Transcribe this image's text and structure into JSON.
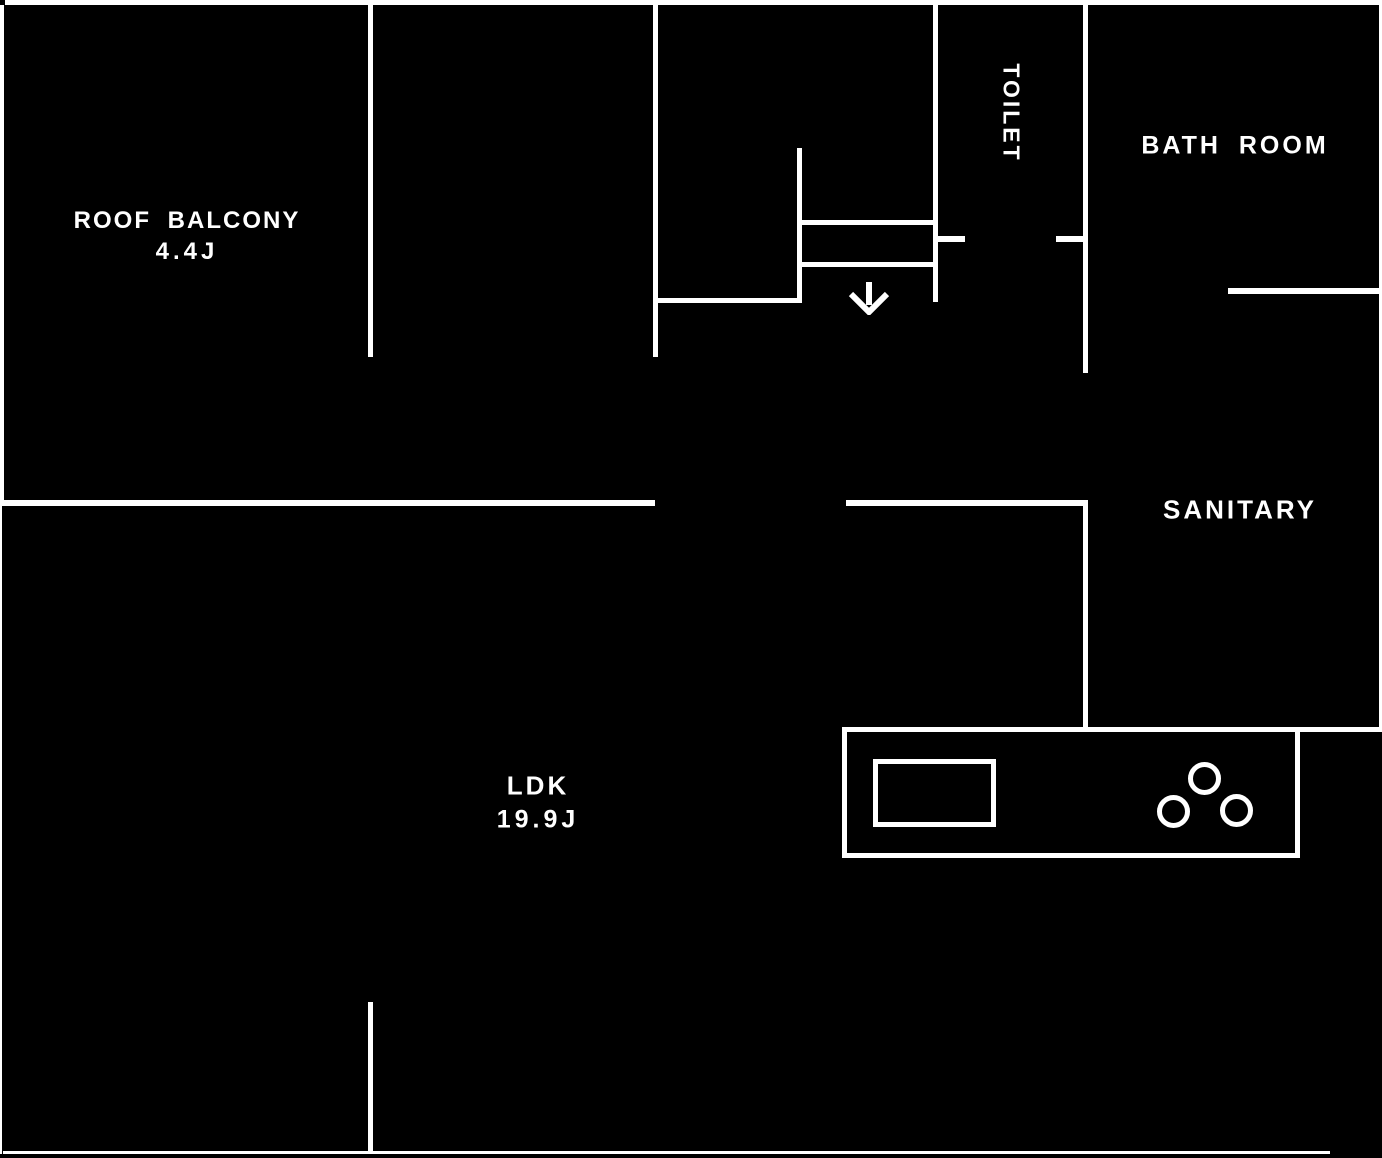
{
  "diagram_type": "floor-plan",
  "colors": {
    "background": "#000000",
    "walls": "#ffffff",
    "text": "#ffffff"
  },
  "rooms": {
    "roof_balcony": {
      "name": "ROOF BALCONY",
      "area": "4.4J"
    },
    "toilet": {
      "name": "TOILET"
    },
    "bath_room": {
      "name": "BATH ROOM"
    },
    "sanitary": {
      "name": "SANITARY"
    },
    "ldk": {
      "name": "LDK",
      "area": "19.9J"
    }
  },
  "symbols": {
    "stairs_arrow_direction": "down"
  },
  "fixtures": {
    "kitchen_counter": "counter with sink and 3 burners"
  }
}
